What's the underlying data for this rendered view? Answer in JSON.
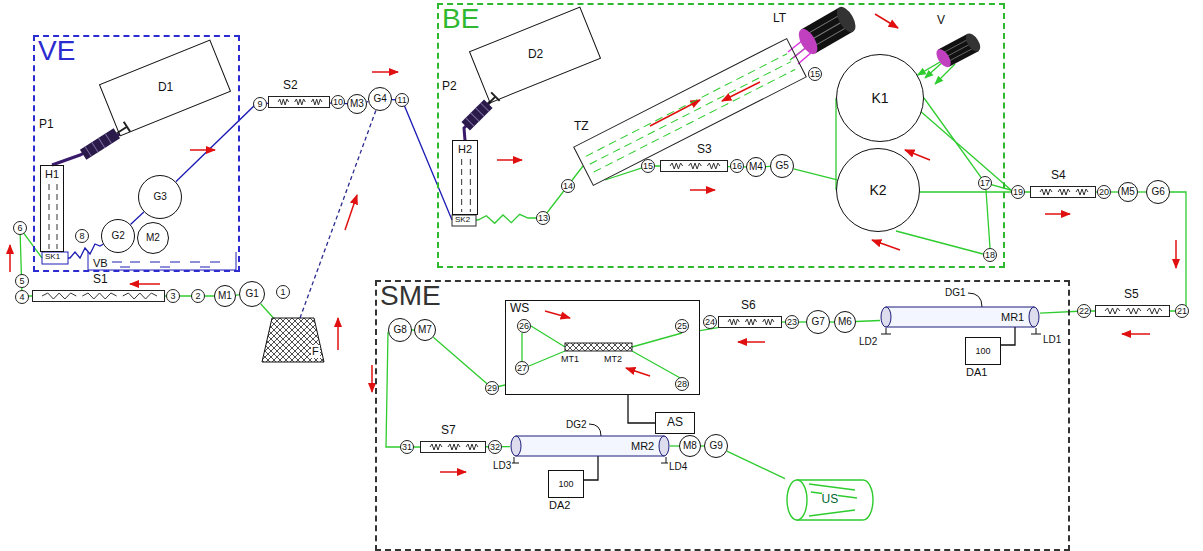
{
  "diagram": {
    "nodes": [
      {
        "text": [
          "VE"
        ]
      },
      {
        "text": [
          "D1"
        ],
        "in": 0
      },
      {
        "text": [
          "H1"
        ],
        "in": 0
      },
      {
        "text": [
          "G3"
        ],
        "in": 0
      },
      {
        "text": [
          "G2"
        ],
        "in": 0
      },
      {
        "text": [
          "M2"
        ],
        "in": 0
      },
      {
        "text": [
          "S2"
        ]
      },
      {
        "text": [
          "M3"
        ]
      },
      {
        "text": [
          "G4"
        ]
      },
      {
        "text": [
          "BE"
        ]
      },
      {
        "text": [
          "D2"
        ],
        "in": 9
      },
      {
        "text": [
          "H2"
        ],
        "in": 9
      },
      {
        "text": [
          "TZ"
        ],
        "in": 9
      },
      {
        "text": [
          "LT"
        ],
        "in": 9
      },
      {
        "text": [
          "V"
        ],
        "in": 9
      },
      {
        "text": [
          "K1"
        ],
        "in": 9
      },
      {
        "text": [
          "K2"
        ],
        "in": 9
      },
      {
        "text": [
          "S3"
        ],
        "in": 9
      },
      {
        "text": [
          "M4"
        ],
        "in": 9
      },
      {
        "text": [
          "G5"
        ],
        "in": 9
      },
      {
        "text": [
          "S4"
        ]
      },
      {
        "text": [
          "M5"
        ]
      },
      {
        "text": [
          "G6"
        ]
      },
      {
        "text": [
          "S5"
        ]
      },
      {
        "text": [
          "SME"
        ]
      },
      {
        "text": [
          "MR1"
        ],
        "in": 24
      },
      {
        "text": [
          "100",
          "DA1"
        ],
        "in": 24
      },
      {
        "text": [
          "S6"
        ],
        "in": 24
      },
      {
        "text": [
          "G7"
        ],
        "in": 24
      },
      {
        "text": [
          "M6"
        ],
        "in": 24
      },
      {
        "text": [
          "WS"
        ],
        "in": 24
      },
      {
        "text": [
          "AS"
        ],
        "in": 24
      },
      {
        "text": [
          "G8"
        ],
        "in": 24
      },
      {
        "text": [
          "M7"
        ],
        "in": 24
      },
      {
        "text": [
          "S7"
        ],
        "in": 24
      },
      {
        "text": [
          "MR2"
        ],
        "in": 24
      },
      {
        "text": [
          "100",
          "DA2"
        ],
        "in": 24
      },
      {
        "text": [
          "M8"
        ],
        "in": 24
      },
      {
        "text": [
          "G9"
        ],
        "in": 24
      },
      {
        "text": [
          "US"
        ],
        "in": 24
      },
      {
        "text": [
          "S1"
        ]
      },
      {
        "text": [
          "M1"
        ]
      },
      {
        "text": [
          "G1"
        ]
      },
      {
        "text": [
          "F"
        ]
      }
    ],
    "edges": [
      {
        "from": 43,
        "to": 42,
        "arrow": "none"
      },
      {
        "from": 42,
        "to": 41,
        "arrow": "none"
      },
      {
        "from": 41,
        "to": 40,
        "arrow": "none"
      },
      {
        "from": 40,
        "to": 2,
        "arrow": "none"
      },
      {
        "from": 2,
        "to": 4,
        "arrow": "none"
      },
      {
        "from": 4,
        "to": 3,
        "arrow": "none"
      },
      {
        "from": 3,
        "to": 6,
        "arrow": "none"
      },
      {
        "from": 6,
        "to": 7,
        "arrow": "none"
      },
      {
        "from": 7,
        "to": 8,
        "arrow": "none"
      },
      {
        "from": 8,
        "to": 11,
        "arrow": "none"
      },
      {
        "from": 11,
        "to": 12,
        "arrow": "none"
      },
      {
        "from": 12,
        "to": 13,
        "arrow": "none"
      },
      {
        "from": 12,
        "to": 17,
        "arrow": "none"
      },
      {
        "from": 17,
        "to": 18,
        "arrow": "none"
      },
      {
        "from": 18,
        "to": 19,
        "arrow": "none"
      },
      {
        "from": 19,
        "to": 16,
        "arrow": "none"
      },
      {
        "from": 16,
        "to": 15,
        "arrow": "none"
      },
      {
        "from": 15,
        "to": 20,
        "arrow": "none"
      },
      {
        "from": 20,
        "to": 21,
        "arrow": "none"
      },
      {
        "from": 21,
        "to": 22,
        "arrow": "none"
      },
      {
        "from": 22,
        "to": 23,
        "arrow": "none"
      },
      {
        "from": 23,
        "to": 25,
        "arrow": "none"
      },
      {
        "from": 25,
        "to": 29,
        "arrow": "none"
      },
      {
        "from": 29,
        "to": 28,
        "arrow": "none"
      },
      {
        "from": 28,
        "to": 27,
        "arrow": "none"
      },
      {
        "from": 27,
        "to": 30,
        "arrow": "none"
      },
      {
        "from": 30,
        "to": 33,
        "arrow": "none"
      },
      {
        "from": 33,
        "to": 32,
        "arrow": "none"
      },
      {
        "from": 32,
        "to": 34,
        "arrow": "none"
      },
      {
        "from": 34,
        "to": 35,
        "arrow": "none"
      },
      {
        "from": 35,
        "to": 37,
        "arrow": "none"
      },
      {
        "from": 37,
        "to": 38,
        "arrow": "none"
      },
      {
        "from": 38,
        "to": 39,
        "arrow": "none"
      },
      {
        "from": 43,
        "to": 8,
        "arrow": "none"
      },
      {
        "from": 1,
        "to": 2,
        "arrow": "none"
      },
      {
        "from": 10,
        "to": 11,
        "arrow": "none"
      },
      {
        "from": 14,
        "to": 15,
        "arrow": "to"
      },
      {
        "from": 26,
        "to": 25,
        "arrow": "none"
      },
      {
        "from": 36,
        "to": 35,
        "arrow": "none"
      },
      {
        "from": 31,
        "to": 30,
        "arrow": "none"
      }
    ],
    "labels": [
      "P1",
      "SK1",
      "VB",
      "8",
      "6",
      "5",
      "4",
      "3",
      "2",
      "1",
      "9",
      "10",
      "11",
      "P2",
      "SK2",
      "13",
      "14",
      "15",
      "15",
      "16",
      "17",
      "18",
      "19",
      "20",
      "21",
      "22",
      "DG1",
      "LD2",
      "LD1",
      "24",
      "23",
      "25",
      "26",
      "27",
      "28",
      "29",
      "MT1",
      "MT2",
      "31",
      "32",
      "DG2",
      "LD3",
      "LD4"
    ]
  }
}
